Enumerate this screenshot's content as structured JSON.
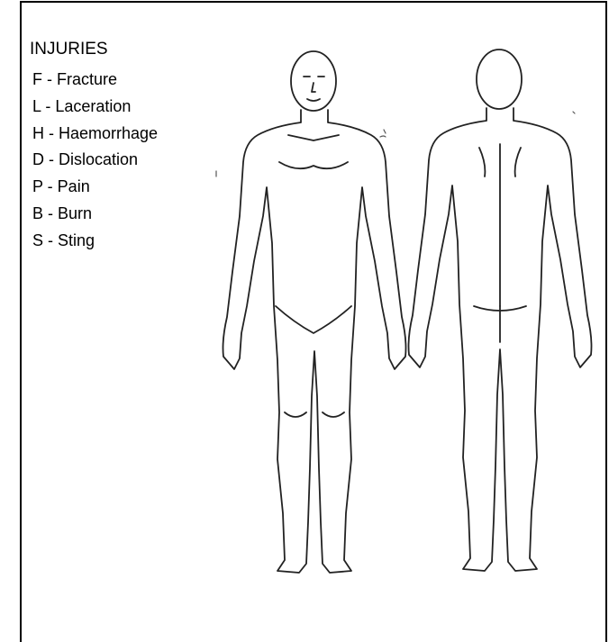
{
  "legend": {
    "title": "INJURIES",
    "items": [
      {
        "code": "F",
        "label": "F - Fracture"
      },
      {
        "code": "L",
        "label": "L - Laceration"
      },
      {
        "code": "H",
        "label": "H - Haemorrhage"
      },
      {
        "code": "D",
        "label": "D - Dislocation"
      },
      {
        "code": "P",
        "label": "P - Pain"
      },
      {
        "code": "B",
        "label": "B - Burn"
      },
      {
        "code": "S",
        "label": "S - Sting"
      }
    ]
  },
  "diagram": {
    "views": [
      "front",
      "back"
    ],
    "outline_color": "#222222"
  }
}
